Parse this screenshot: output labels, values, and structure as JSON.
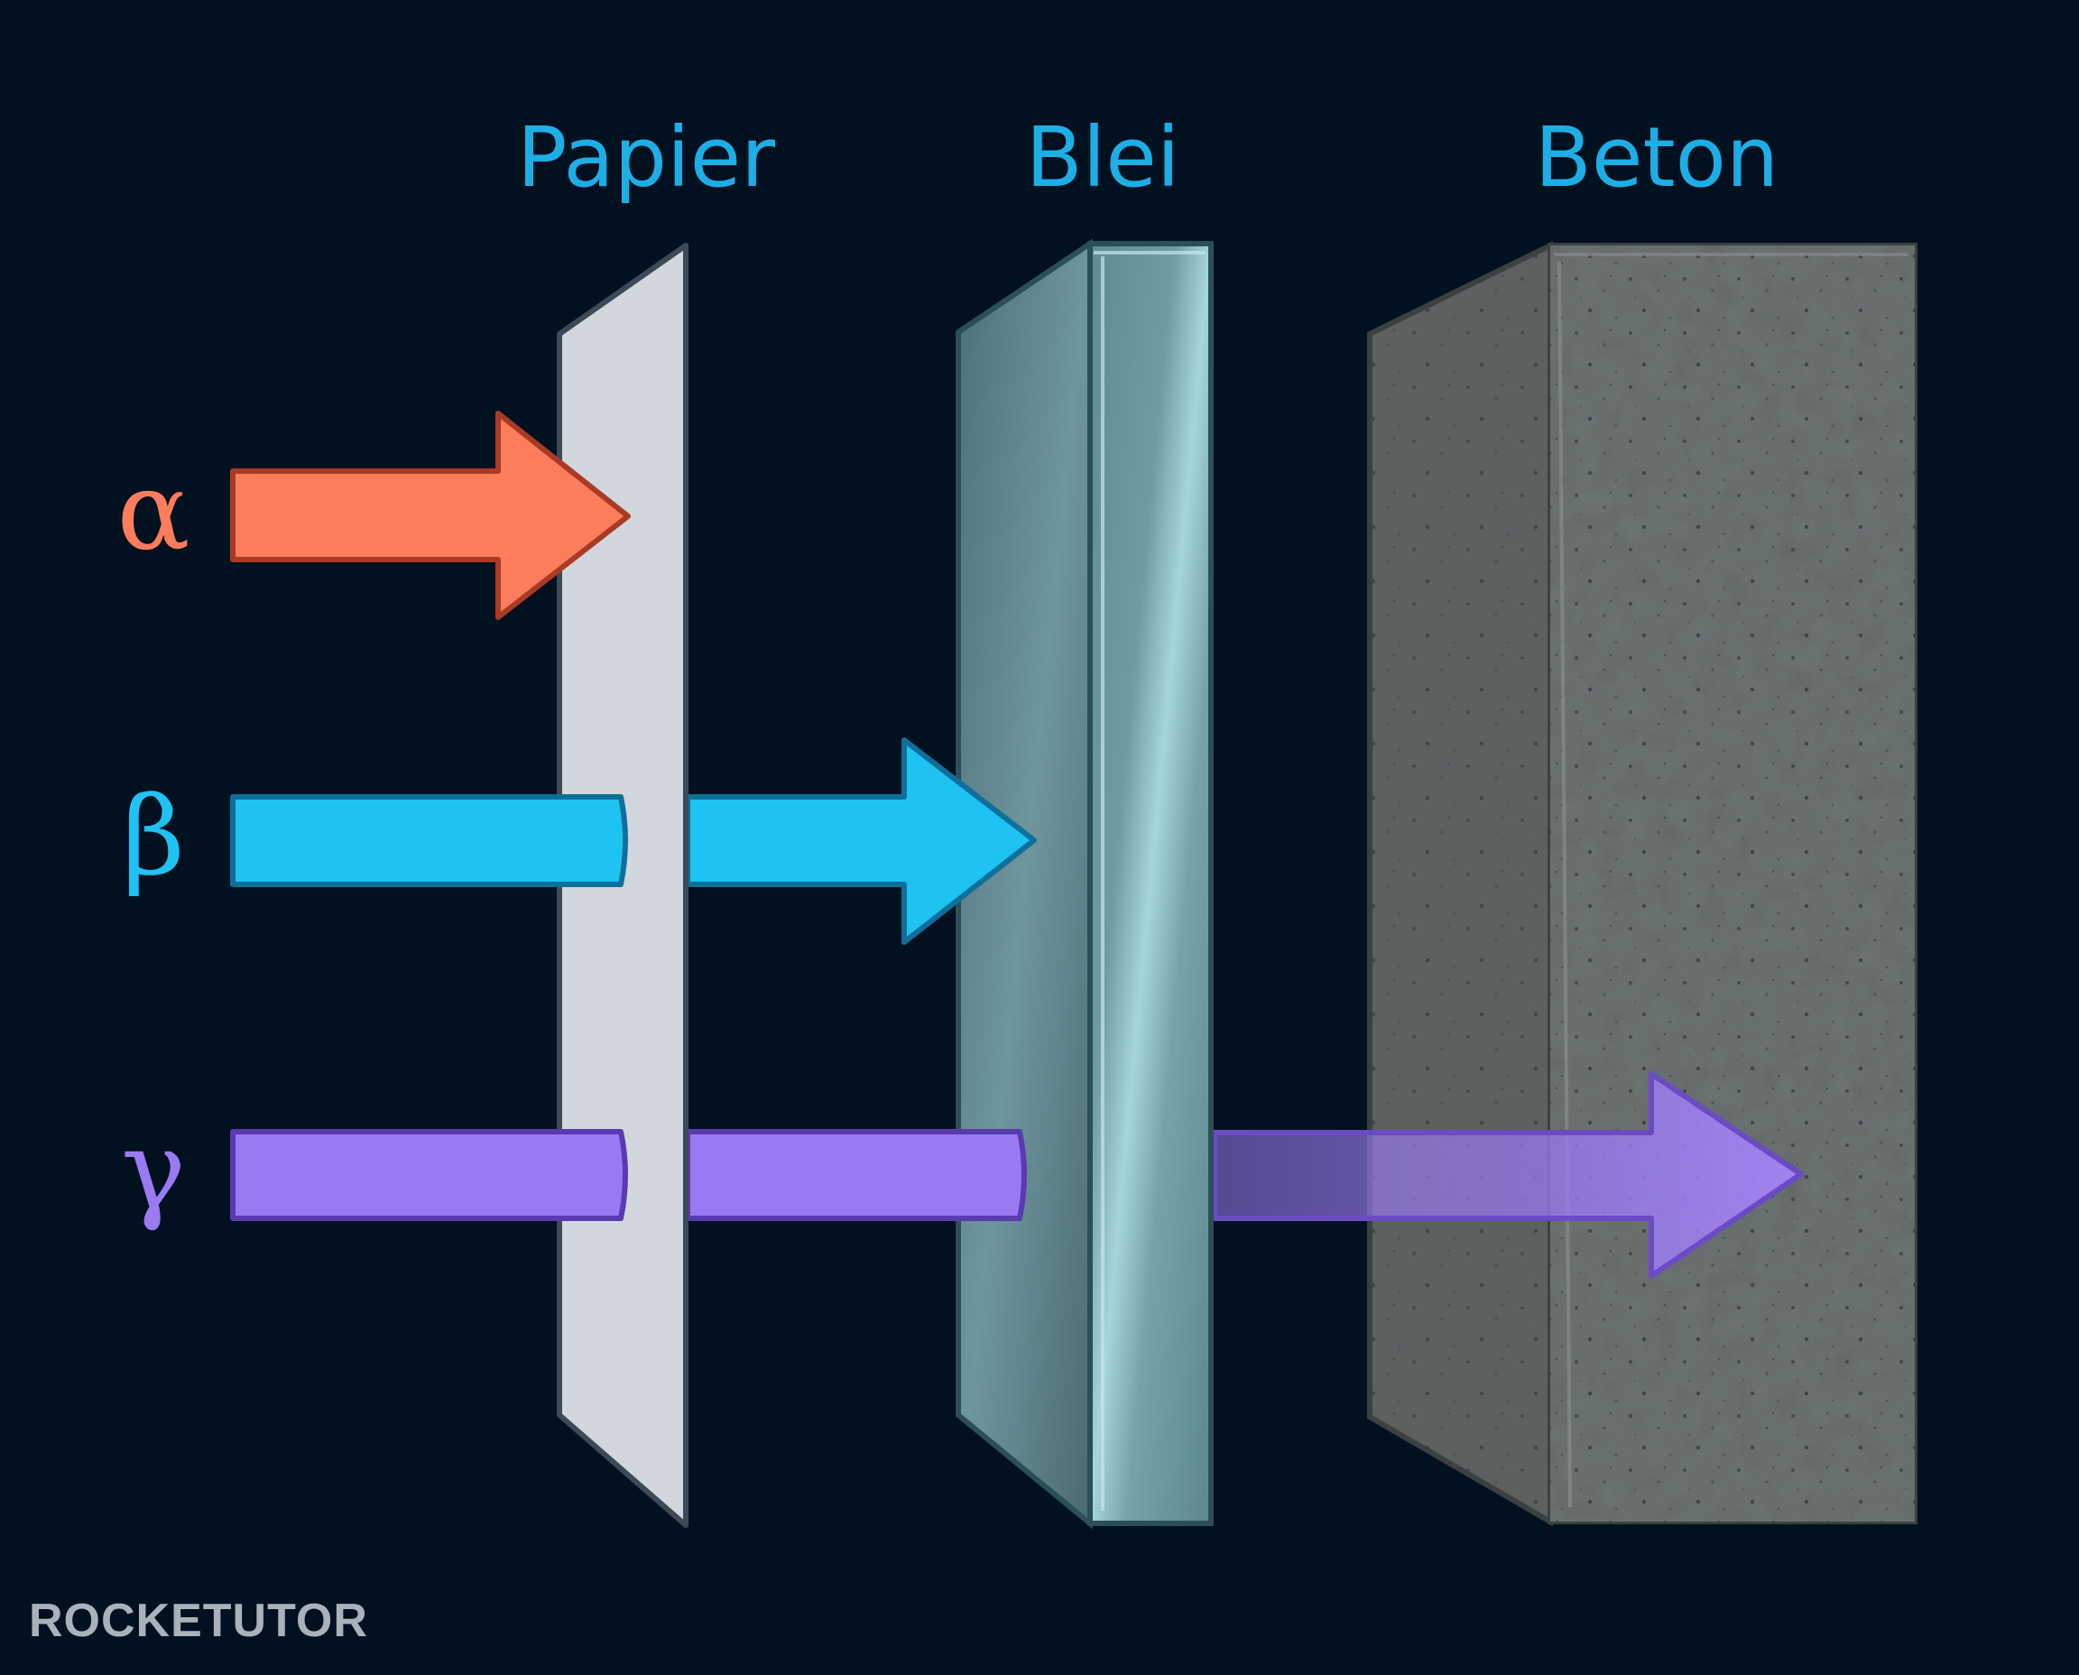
{
  "materials": [
    {
      "name": "Papier",
      "color": "#1eaee6"
    },
    {
      "name": "Blei",
      "color": "#1eaee6"
    },
    {
      "name": "Beton",
      "color": "#1eaee6"
    }
  ],
  "rays": [
    {
      "symbol": "α",
      "color": "#fb7d5c",
      "stopped_by": "Papier"
    },
    {
      "symbol": "β",
      "color": "#1ec3f2",
      "stopped_by": "Blei"
    },
    {
      "symbol": "γ",
      "color": "#9a79f2",
      "stopped_by": "Beton"
    }
  ],
  "brand": "ROCKETUTOR",
  "background_color": "#02111f"
}
